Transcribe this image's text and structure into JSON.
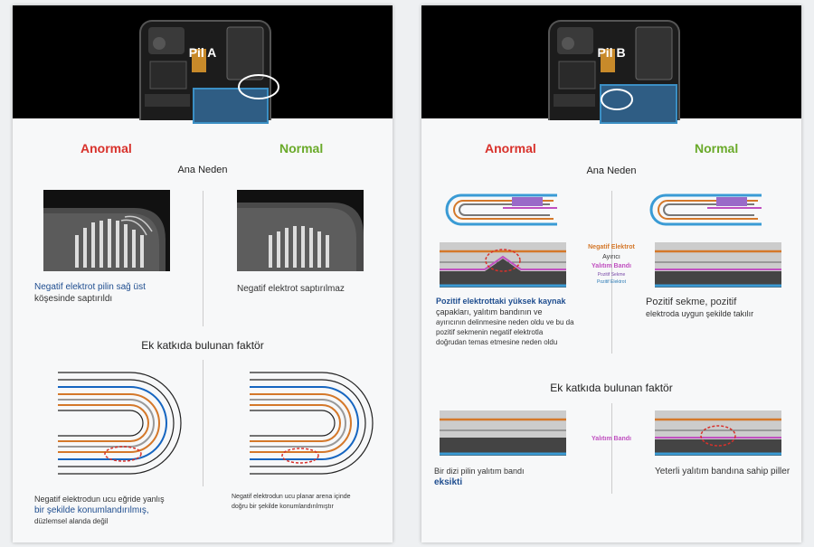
{
  "panel_a": {
    "title": "Pil A",
    "abnormal": "Anormal",
    "normal": "Normal",
    "cause_heading": "Ana Neden",
    "cause_left_line1": "Negatif elektrot pilin sağ üst",
    "cause_left_line2": "köşesinde saptırıldı",
    "cause_right": "Negatif elektrot saptırılmaz",
    "factor_heading": "Ek katkıda bulunan faktör",
    "factor_left_line1": "Negatif elektrodun ucu eğride yanlış",
    "factor_left_line2": "bir şekilde konumlandırılmış,",
    "factor_left_line3": "düzlemsel alanda değil",
    "factor_right_line1": "Negatif elektrodun ucu planar arena içinde",
    "factor_right_line2": "doğru bir şekilde konumlandırılmıştır"
  },
  "panel_b": {
    "title": "Pil B",
    "abnormal": "Anormal",
    "normal": "Normal",
    "cause_heading": "Ana Neden",
    "layer_neg": "Negatif Elektrot",
    "layer_sep": "Ayırıcı",
    "layer_tape": "Yalıtım Bandı",
    "layer_tab": "Pozitif Sekme",
    "layer_pos": "Pozitif Elektrot",
    "cause_left_line1": "Pozitif elektrottaki yüksek kaynak",
    "cause_left_line2": "çapakları, yalıtım bandının ve",
    "cause_left_line3": "ayırıcının delinmesine neden oldu ve bu da",
    "cause_left_line4": "pozitif sekmenin negatif elektrotla",
    "cause_left_line5": "doğrudan temas etmesine neden oldu",
    "cause_right_line1": "Pozitif sekme, pozitif",
    "cause_right_line2": "elektroda uygun şekilde takılır",
    "factor_heading": "Ek katkıda bulunan faktör",
    "factor_tape": "Yalıtım Bandı",
    "factor_left_line1": "Bir dizi pilin yalıtım bandı",
    "factor_left_line2": "eksikti",
    "factor_right": "Yeterli yalıtım bandına sahip piller"
  }
}
